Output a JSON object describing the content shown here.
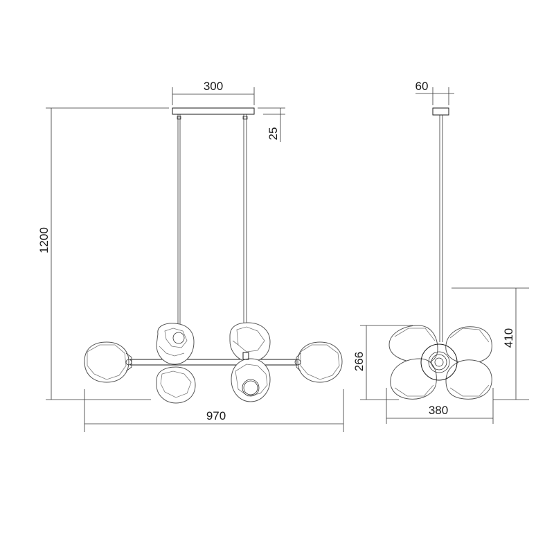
{
  "dimensions": {
    "canopy_width": "300",
    "canopy_height": "25",
    "total_height": "1200",
    "total_width": "970",
    "side_canopy_width": "60",
    "side_depth": "380",
    "side_height_outer": "410",
    "side_height_inner": "266"
  }
}
